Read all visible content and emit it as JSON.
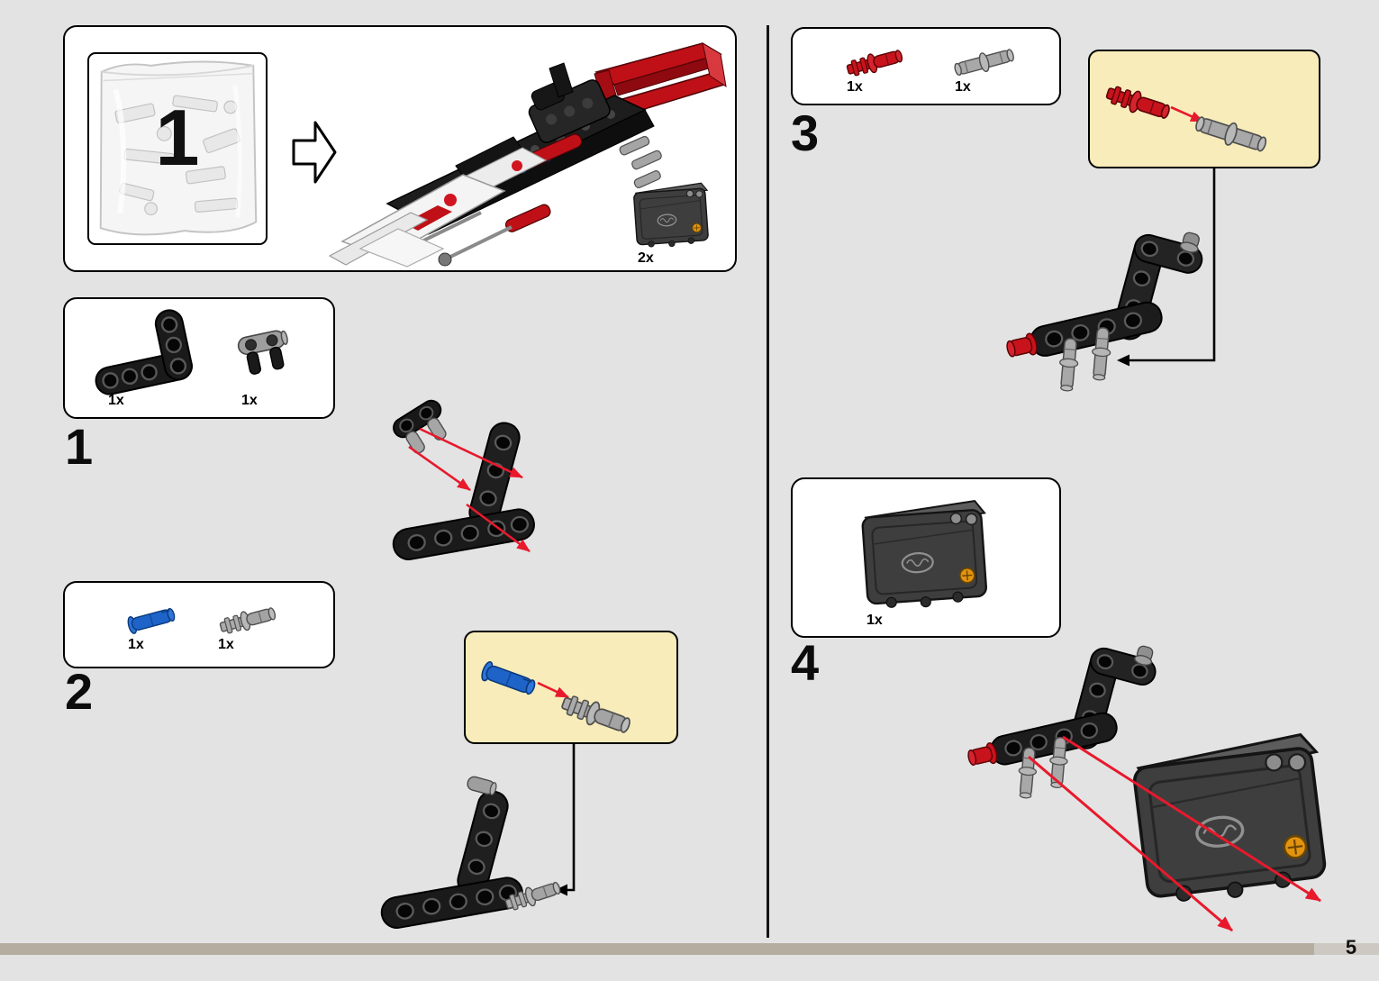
{
  "page": {
    "number": "5"
  },
  "bag_callout": {
    "bag_number": "1",
    "battery_qty": "2x",
    "bag_name": "parts-bag-1",
    "model_name": "technic-race-car-partial-model",
    "extra_part_name": "battery-box"
  },
  "steps": [
    {
      "number": "1",
      "parts": [
        {
          "qty": "1x",
          "name": "liftarm-3x5-l-shape-black"
        },
        {
          "qty": "1x",
          "name": "pin-connector-black-gray"
        }
      ]
    },
    {
      "number": "2",
      "parts": [
        {
          "qty": "1x",
          "name": "pin-3-4-blue"
        },
        {
          "qty": "1x",
          "name": "axle-pin-light-gray"
        }
      ]
    },
    {
      "number": "3",
      "parts": [
        {
          "qty": "1x",
          "name": "axle-pin-red"
        },
        {
          "qty": "1x",
          "name": "pin-3l-light-gray"
        }
      ]
    },
    {
      "number": "4",
      "parts": [
        {
          "qty": "1x",
          "name": "battery-box-dark-gray"
        }
      ]
    }
  ],
  "colors": {
    "page_background": "#e3e3e3",
    "panel_background": "#ffffff",
    "callout_background": "#f8ecba",
    "arrow_red": "#e8192c",
    "pin_blue": "#1e63c8",
    "pin_red": "#c8131c",
    "progress_bar_tan": "#b5ad9f",
    "progress_bar_light": "#cdc9c2"
  }
}
